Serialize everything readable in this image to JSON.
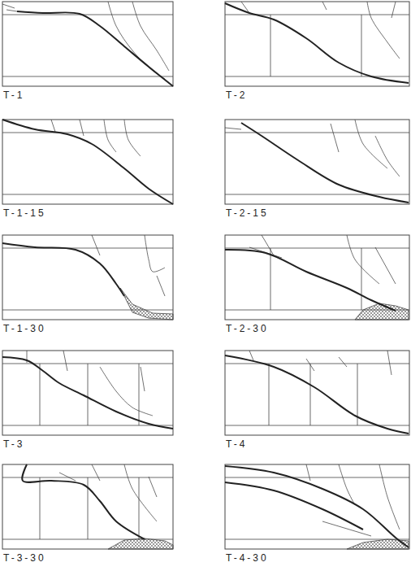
{
  "diagram": {
    "labels": [
      "T-1",
      "T-2",
      "T-1-15",
      "T-2-15",
      "T-1-30",
      "T-2-30",
      "T-3",
      "T-4",
      "T-3-30",
      "T-4-30"
    ]
  }
}
